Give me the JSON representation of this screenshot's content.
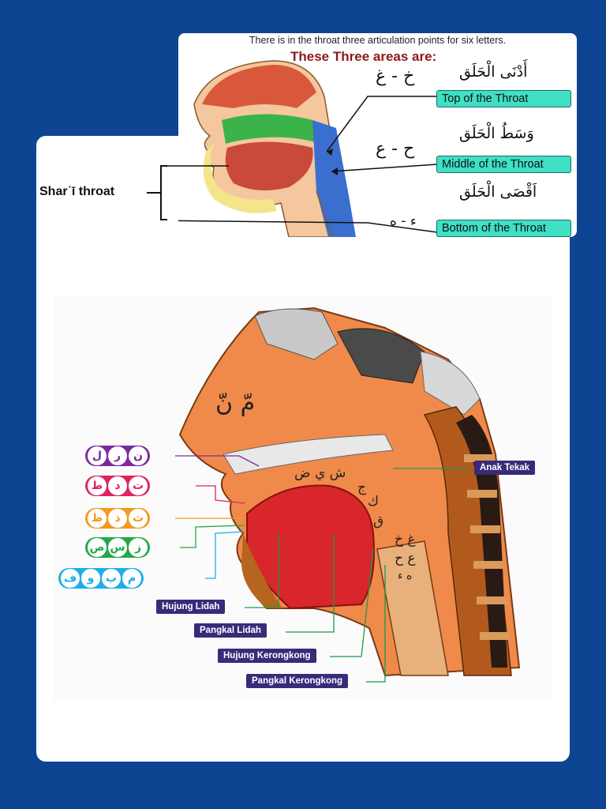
{
  "top": {
    "caption": "There is in the throat three articulation points for six letters.",
    "heading": "These Three areas are:",
    "areas": [
      {
        "arabic_name": "أَدْنَى الْحَلَق",
        "letters": "خ - غ",
        "label": "Top of the Throat"
      },
      {
        "arabic_name": "وَسَطُ الْحَلَق",
        "letters": "ح - ع",
        "label": "Middle of the Throat"
      },
      {
        "arabic_name": "اَقْصَى الْحَلَق",
        "letters": "ء - ه",
        "label": "Bottom of the Throat"
      }
    ]
  },
  "shari_label": "Sharʿī throat",
  "bottom": {
    "groups": [
      {
        "letters": [
          "ن",
          "ر",
          "ل"
        ],
        "color": "#7b2a9c"
      },
      {
        "letters": [
          "ت",
          "د",
          "ط"
        ],
        "color": "#e0245e"
      },
      {
        "letters": [
          "ث",
          "ذ",
          "ظ"
        ],
        "color": "#f39a1c"
      },
      {
        "letters": [
          "ز",
          "س",
          "ص"
        ],
        "color": "#23a84a"
      },
      {
        "letters": [
          "م",
          "ب",
          "و",
          "ف"
        ],
        "color": "#1eaee8"
      }
    ],
    "labels": {
      "anak_tekak": "Anak Tekak",
      "hujung_lidah": "Hujung Lidah",
      "pangkal_lidah": "Pangkal Lidah",
      "hujung_kerongkong": "Hujung Kerongkong",
      "pangkal_kerongkong": "Pangkal Kerongkong"
    },
    "diagram_letters": {
      "nasal": "مّ نّ",
      "palate": "ش ي ض",
      "jim": "ج",
      "kaf": "ك",
      "qaf": "ق",
      "upper_throat": "غ خ",
      "mid_throat": "ع ح",
      "low_throat": "ه ء"
    }
  }
}
